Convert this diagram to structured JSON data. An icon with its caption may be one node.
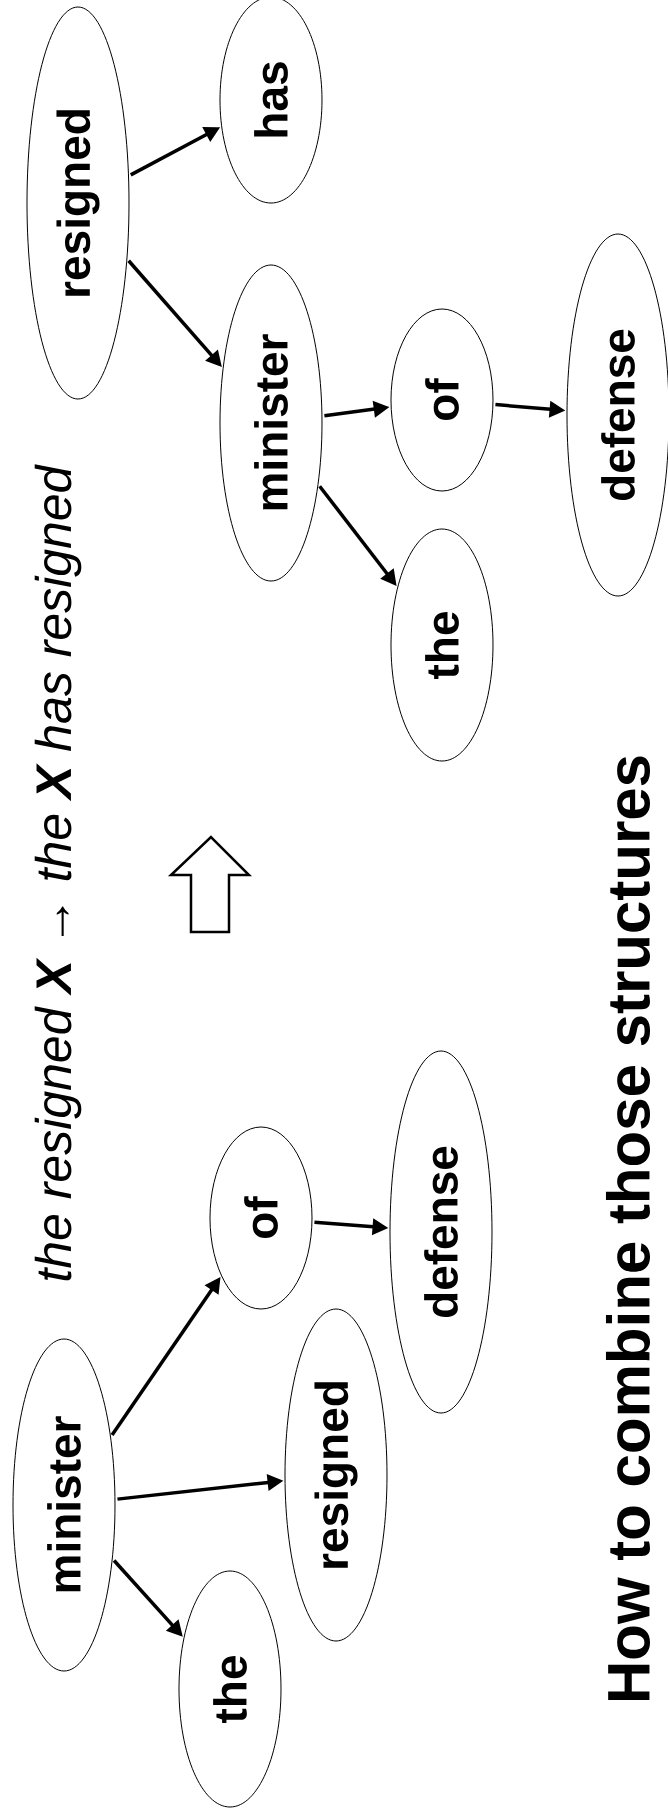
{
  "diagram": {
    "title": "How to combine those structures",
    "nodes": [
      {
        "text": [
          "minister"
        ]
      },
      {
        "text": [
          "the"
        ]
      },
      {
        "text": [
          "resigned"
        ]
      },
      {
        "text": [
          "of"
        ]
      },
      {
        "text": [
          "defense"
        ]
      },
      {
        "text": [
          "resigned"
        ]
      },
      {
        "text": [
          "has"
        ]
      },
      {
        "text": [
          "minister"
        ]
      },
      {
        "text": [
          "the"
        ]
      },
      {
        "text": [
          "of"
        ]
      },
      {
        "text": [
          "defense"
        ]
      }
    ],
    "edges": [
      {
        "from": 0,
        "to": 1,
        "arrow": "to"
      },
      {
        "from": 0,
        "to": 2,
        "arrow": "to"
      },
      {
        "from": 0,
        "to": 3,
        "arrow": "to"
      },
      {
        "from": 3,
        "to": 4,
        "arrow": "to"
      },
      {
        "from": 5,
        "to": 6,
        "arrow": "to"
      },
      {
        "from": 5,
        "to": 7,
        "arrow": "to"
      },
      {
        "from": 7,
        "to": 8,
        "arrow": "to"
      },
      {
        "from": 7,
        "to": 9,
        "arrow": "to"
      },
      {
        "from": 9,
        "to": 10,
        "arrow": "to"
      }
    ],
    "labels": [
      "the resigned **X** → the **X** has resigned"
    ]
  }
}
